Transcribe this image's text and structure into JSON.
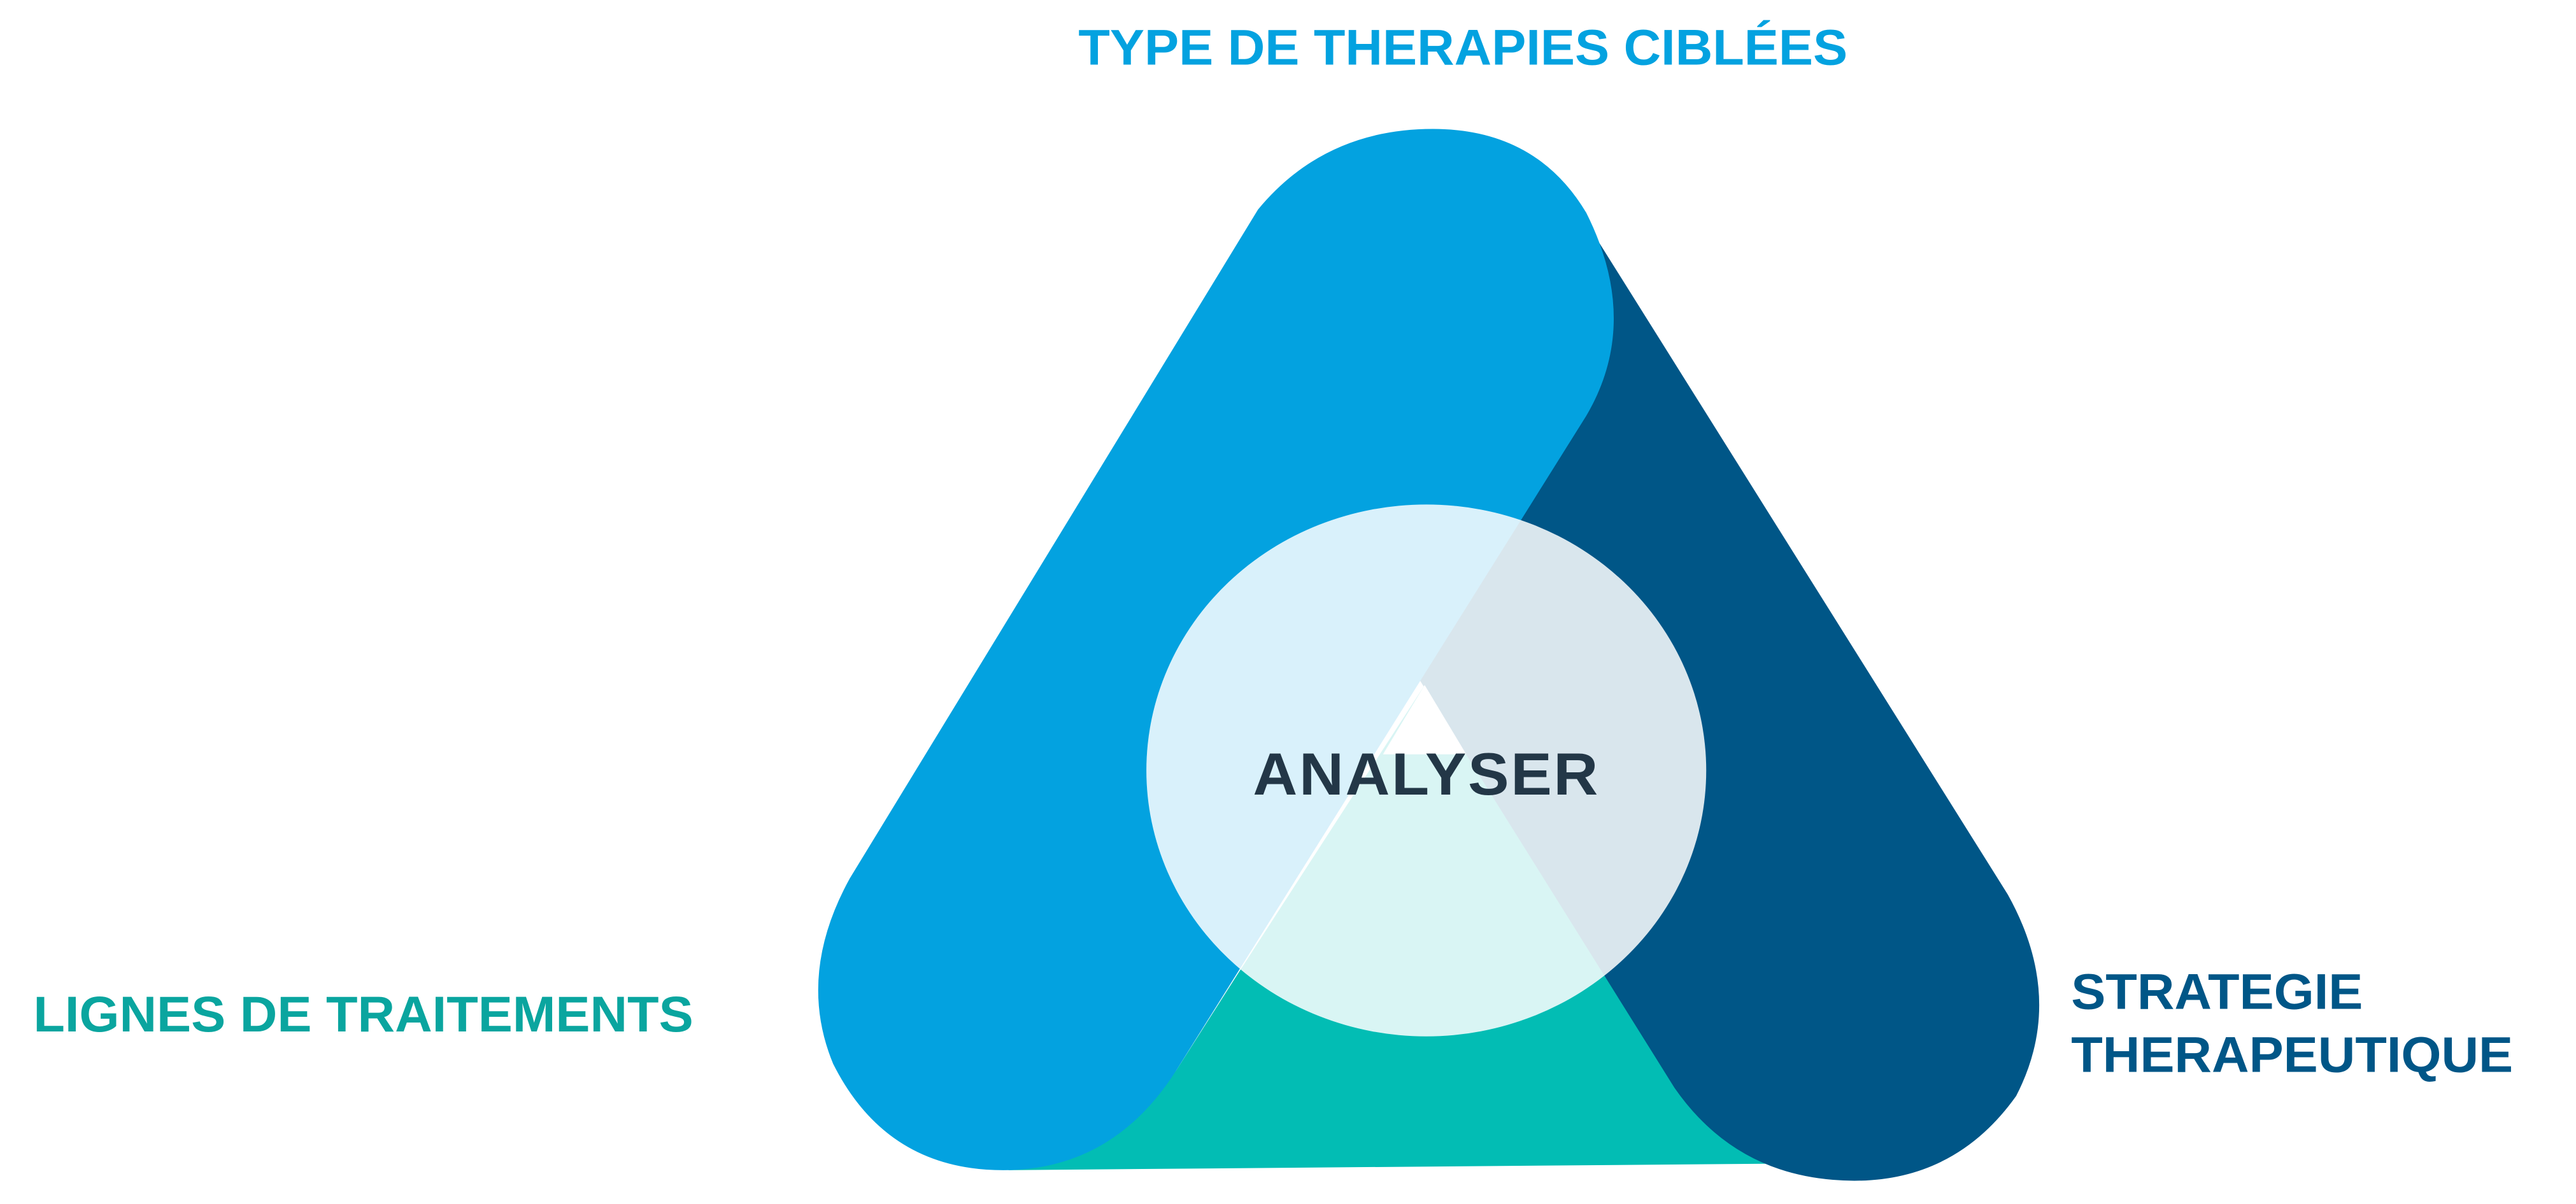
{
  "diagram": {
    "top_label": "TYPE DE THERAPIES CIBLÉES",
    "left_label": "LIGNES DE TRAITEMENTS",
    "right_label_line1": "STRATEGIE",
    "right_label_line2": "THERAPEUTIQUE",
    "center_label": "ANALYSER"
  },
  "colors": {
    "light_blue": "#03A2E0",
    "dark_blue": "#005687",
    "teal": "#02BDB4",
    "teal_text": "#0AA59F",
    "center_text": "#233747",
    "circle_fill": "#FFFFFF"
  }
}
